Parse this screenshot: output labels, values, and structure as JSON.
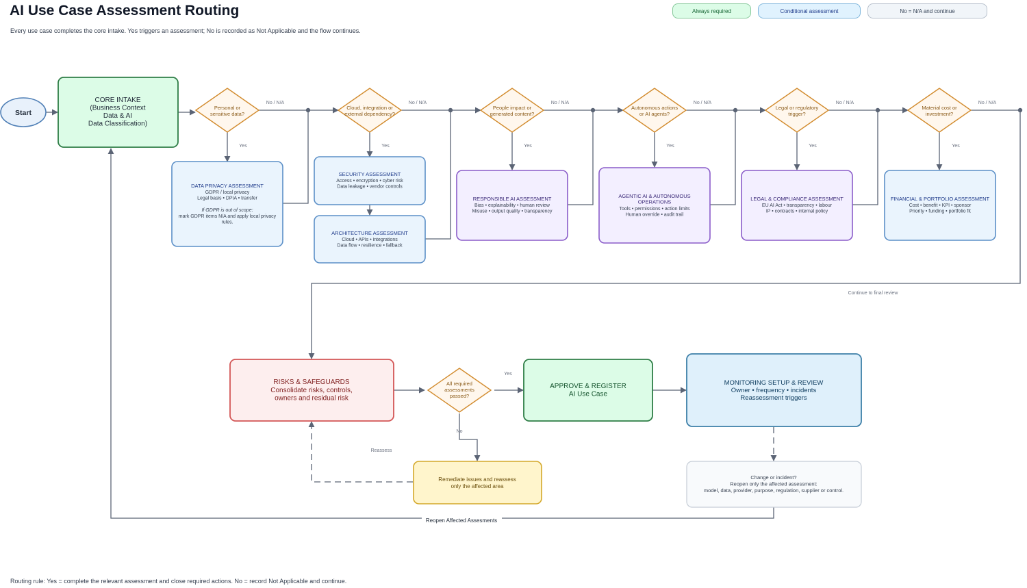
{
  "header": {
    "title": "AI Use Case Assessment Routing",
    "subtitle": "Every use case completes the core intake. Yes triggers an assessment; No is recorded as Not Applicable and the flow continues."
  },
  "legend": {
    "always": "Always required",
    "conditional": "Conditional assessment",
    "na": "No = N/A and continue"
  },
  "colors": {
    "core_fill": "#dcfce7",
    "core_stroke": "#2e7d46",
    "blue_fill": "#eaf4fd",
    "blue_stroke": "#5b8fc7",
    "purple_fill": "#f3efff",
    "purple_stroke": "#8a5cc9",
    "diamond_fill": "#fff7ed",
    "diamond_stroke": "#d28b2d",
    "risk_fill": "#fdeeee",
    "risk_stroke": "#d35656",
    "approve_fill": "#dcfce7",
    "approve_stroke": "#2e7d46",
    "monitor_fill": "#dff0fb",
    "monitor_stroke": "#3d7fa8",
    "remed_fill": "#fff5cc",
    "remed_stroke": "#d4a82a",
    "change_fill": "#f8fafc",
    "change_stroke": "#c5ccd6",
    "line": "#5b6475"
  },
  "nodes": {
    "start": "Start",
    "core": [
      "CORE INTAKE",
      "(Business Context",
      "Data & AI",
      "Data Classification)"
    ],
    "decisions": {
      "d1": [
        "Personal or",
        "sensitive data?"
      ],
      "d2": [
        "Cloud, integration or",
        "external dependency?"
      ],
      "d3": [
        "People impact or",
        "generated content?"
      ],
      "d4": [
        "Autonomous actions",
        "or AI agents?"
      ],
      "d5": [
        "Legal or regulatory",
        "trigger?"
      ],
      "d6": [
        "Material cost or",
        "investment?"
      ],
      "d7": [
        "All required",
        "assessments",
        "passed?"
      ]
    },
    "privacy": {
      "title": "DATA PRIVACY ASSESSMENT",
      "lines": [
        "GDPR / local privacy",
        "Legal basis • DPIA • transfer"
      ],
      "note_title": "If GDPR is out of scope:",
      "note": [
        "mark GDPR items N/A and apply local privacy",
        "rules."
      ]
    },
    "security": {
      "title": "SECURITY ASSESSMENT",
      "lines": [
        "Access • encryption • cyber risk",
        "Data leakage • vendor controls"
      ]
    },
    "architecture": {
      "title": "ARCHITECTURE ASSESSMENT",
      "lines": [
        "Cloud • APIs • integrations",
        "Data flow • resilience • fallback"
      ]
    },
    "responsible": {
      "title": "RESPONSIBLE AI ASSESSMENT",
      "lines": [
        "Bias • explainability • human review",
        "Misuse • output quality • transparency"
      ]
    },
    "agentic": {
      "title": [
        "AGENTIC AI & AUTONOMOUS",
        "OPERATIONS"
      ],
      "lines": [
        "Tools • permissions • action limits",
        "Human override • audit trail"
      ]
    },
    "legal": {
      "title": "LEGAL & COMPLIANCE ASSESSMENT",
      "lines": [
        "EU AI Act • transparency • labour",
        "IP • contracts • internal policy"
      ]
    },
    "financial": {
      "title": "FINANCIAL & PORTFOLIO ASSESSMENT",
      "lines": [
        "Cost • benefit • KPI • sponsor",
        "Priority • funding • portfolio fit"
      ]
    },
    "risks": [
      "RISKS & SAFEGUARDS",
      "Consolidate risks, controls,",
      "owners and residual risk"
    ],
    "approve": [
      "APPROVE & REGISTER",
      "AI Use Case"
    ],
    "monitoring": [
      "MONITORING SETUP & REVIEW",
      "Owner • frequency • incidents",
      "Reassessment triggers"
    ],
    "remediate": [
      "Remediate issues and reassess",
      "only the affected area"
    ],
    "change": [
      "Change or incident?",
      "Reopen only the affected assessment:",
      "model, data, provider, purpose, regulation, supplier or control."
    ]
  },
  "edge_labels": {
    "yes": "Yes",
    "no_na": "No / N/A",
    "no": "No",
    "continue_final": "Continue to final review",
    "reassess": "Reassess",
    "reopen": "Reopen Affected Assesments"
  },
  "footer": "Routing rule: Yes = complete the relevant assessment and close required actions. No = record Not Applicable and continue."
}
